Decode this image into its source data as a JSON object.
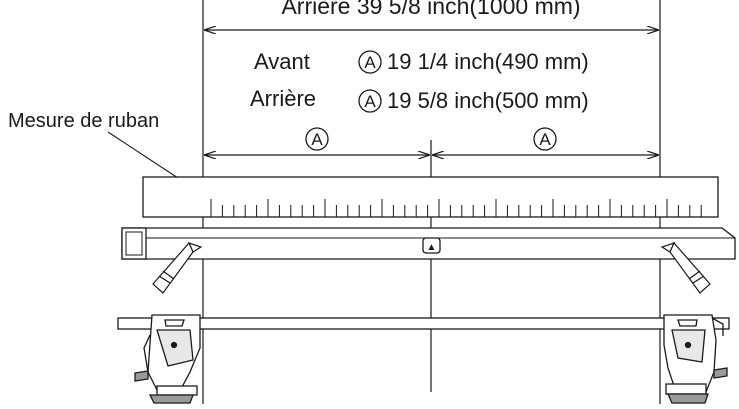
{
  "diagram": {
    "top_label": "Arrière   39 5/8 inch(1000 mm)",
    "front_label": "Avant",
    "rear_label": "Arrière",
    "front_value": "19 1/4 inch(490 mm)",
    "rear_value": "19 5/8 inch(500 mm)",
    "dimension_letter": "A",
    "tape_label": "Mesure de ruban",
    "center_mark": "▲"
  }
}
